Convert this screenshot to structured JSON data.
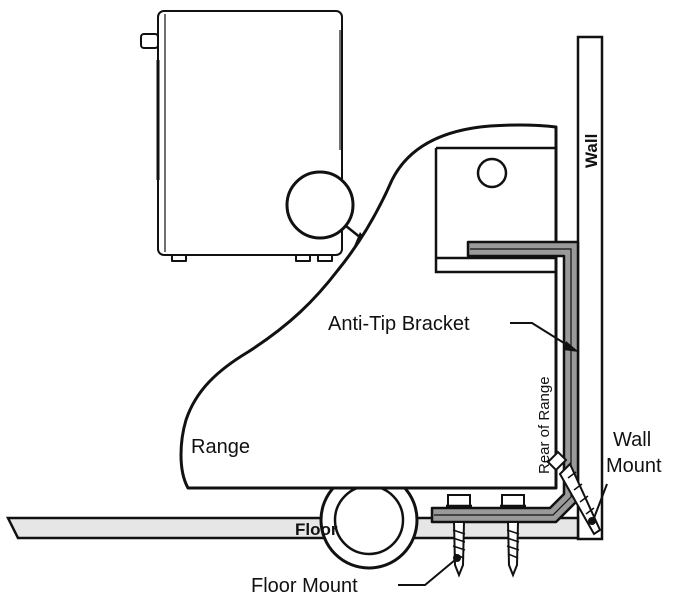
{
  "diagram": {
    "labels": {
      "wall": "Wall",
      "anti_tip_bracket": "Anti-Tip Bracket",
      "rear_of_range": "Rear of Range",
      "range": "Range",
      "wall_mount_line1": "Wall",
      "wall_mount_line2": "Mount",
      "floor": "Floor",
      "floor_mount": "Floor Mount"
    },
    "colors": {
      "stroke": "#111111",
      "floor_fill": "#e6e6e6",
      "bracket_fill": "#9a9a9a",
      "background": "#ffffff"
    }
  }
}
